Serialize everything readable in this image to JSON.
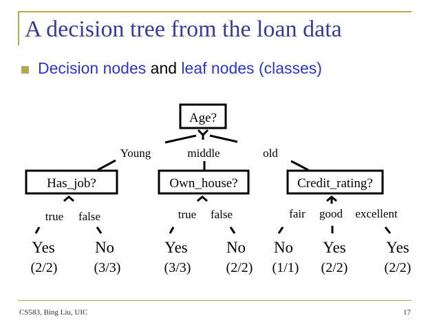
{
  "slide": {
    "title": "A decision tree from the loan data",
    "subtitle_part1": "Decision nodes",
    "subtitle_part2": "and",
    "subtitle_part3": "leaf nodes (classes)",
    "footer_left": "CS583, Bing Liu, UIC",
    "page_number": "17"
  },
  "tree": {
    "root": "Age?",
    "edges_age": [
      "Young",
      "middle",
      "old"
    ],
    "nodes": [
      "Has_job?",
      "Own_house?",
      "Credit_rating?"
    ],
    "edges_has_job": [
      "true",
      "false"
    ],
    "edges_own_house": [
      "true",
      "false"
    ],
    "edges_credit": [
      "fair",
      "good",
      "excellent"
    ],
    "leaves": [
      {
        "cls": "Yes",
        "count": "(2/2)"
      },
      {
        "cls": "No",
        "count": "(3/3)"
      },
      {
        "cls": "Yes",
        "count": "(3/3)"
      },
      {
        "cls": "No",
        "count": "(2/2)"
      },
      {
        "cls": "No",
        "count": "(1/1)"
      },
      {
        "cls": "Yes",
        "count": "(2/2)"
      },
      {
        "cls": "Yes",
        "count": "(2/2)"
      }
    ]
  },
  "colors": {
    "title": "#3a3a9a",
    "accent": "#b5a84e",
    "highlight": "#2b35c8"
  }
}
